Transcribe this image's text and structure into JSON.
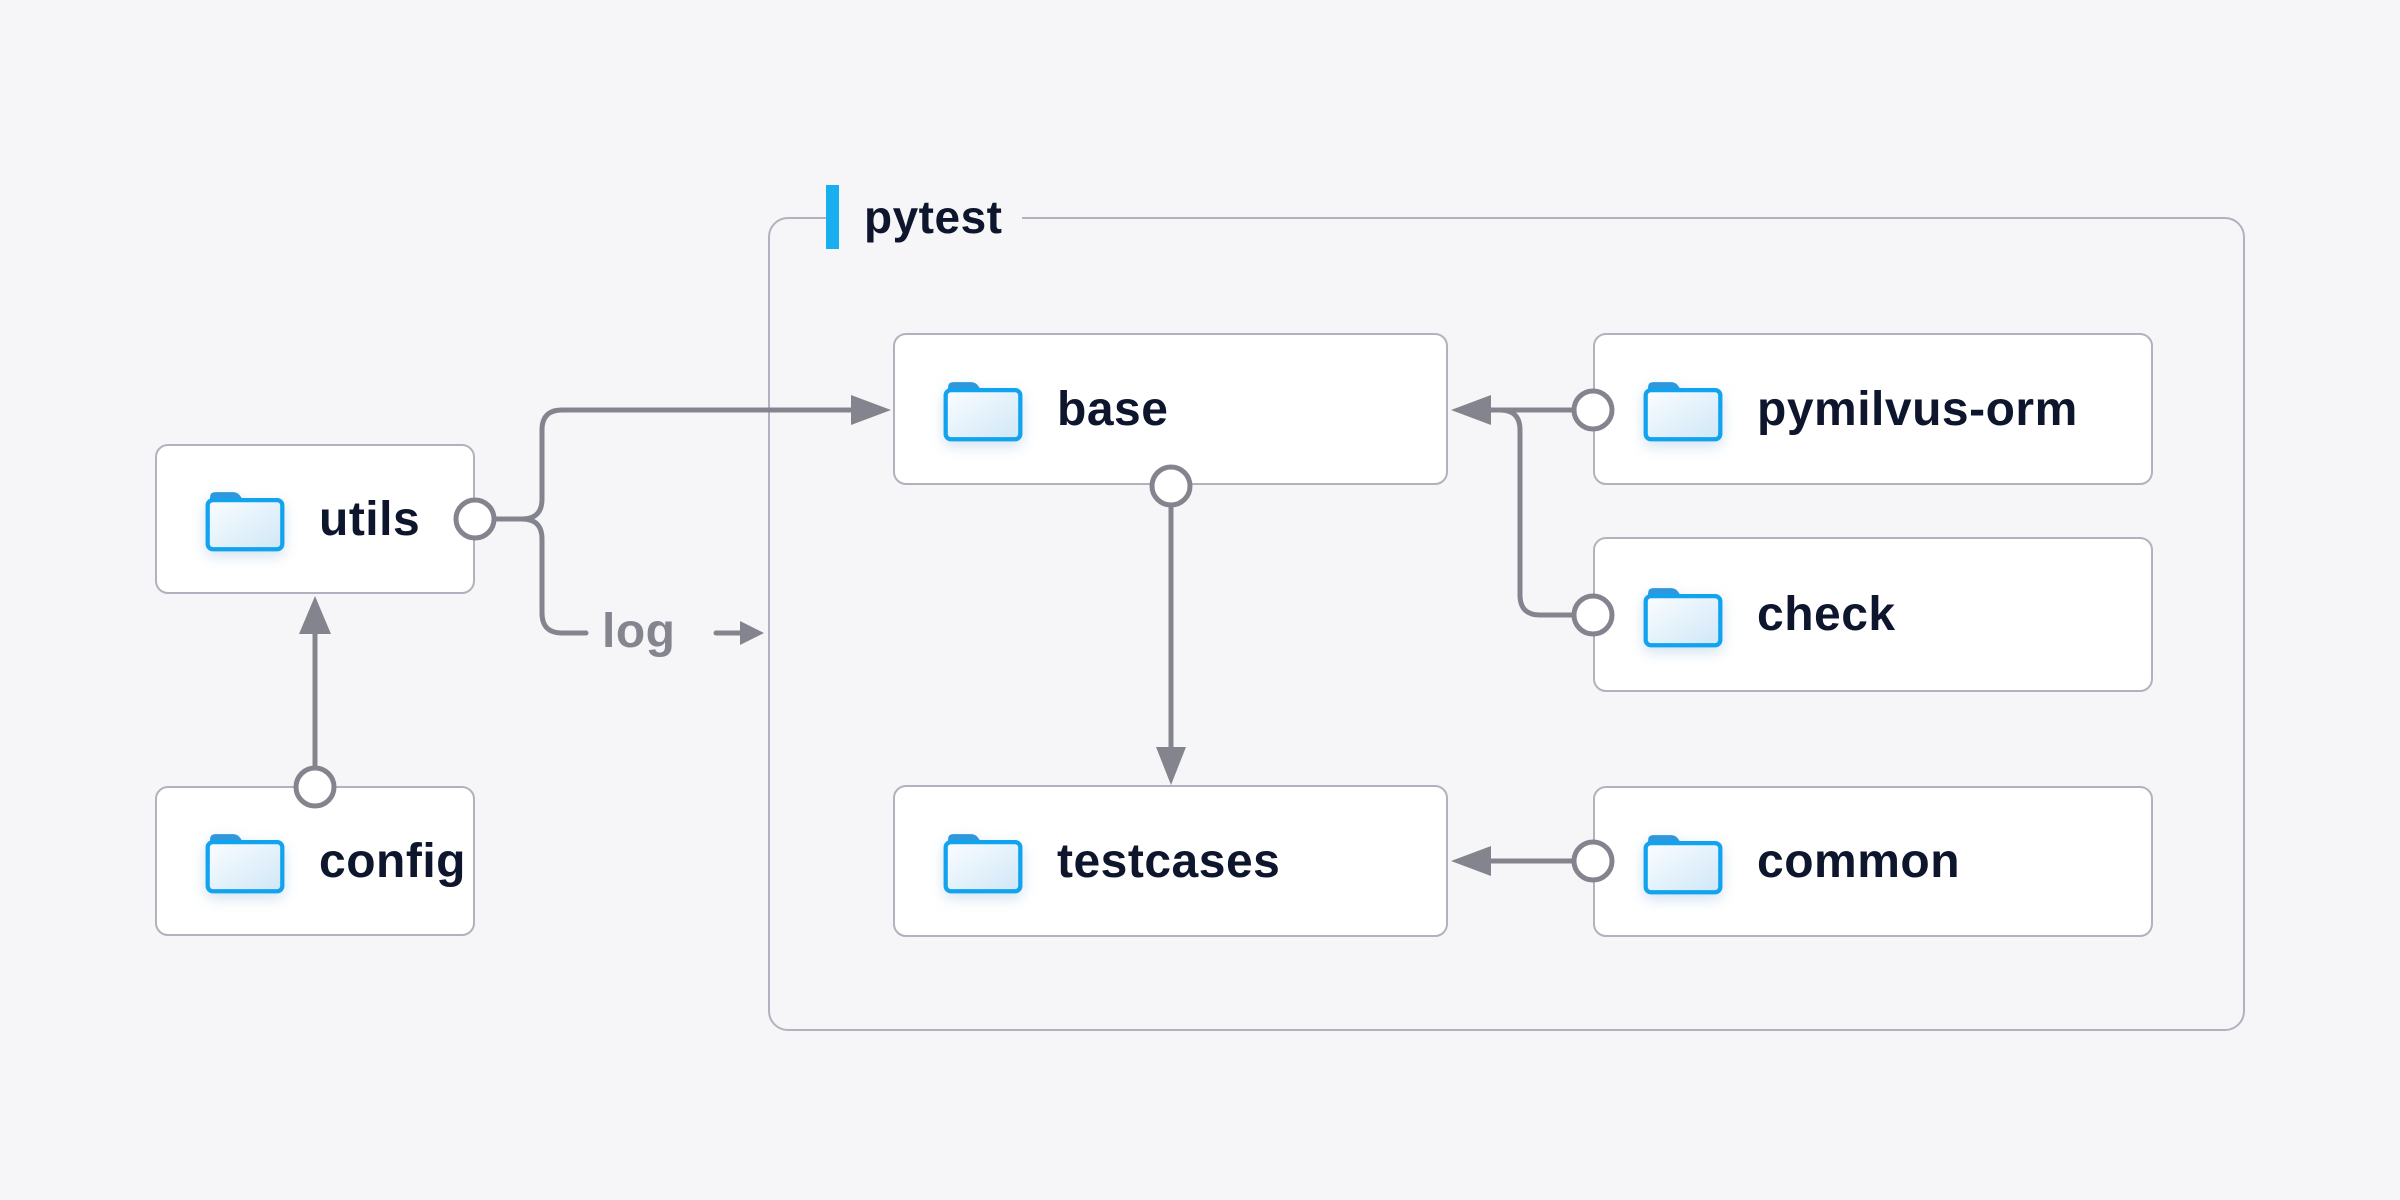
{
  "page": {
    "background_color": "#f6f6f8"
  },
  "container": {
    "label": "pytest",
    "accent_color": "#18aef0",
    "border_color": "#b2b2bf"
  },
  "nodes": {
    "utils": {
      "label": "utils",
      "icon": "folder-icon"
    },
    "config": {
      "label": "config",
      "icon": "folder-icon"
    },
    "base": {
      "label": "base",
      "icon": "folder-icon"
    },
    "testcases": {
      "label": "testcases",
      "icon": "folder-icon"
    },
    "pymilvus_orm": {
      "label": "pymilvus-orm",
      "icon": "folder-icon"
    },
    "check": {
      "label": "check",
      "icon": "folder-icon"
    },
    "common": {
      "label": "common",
      "icon": "folder-icon"
    }
  },
  "edges": {
    "log_label": "log",
    "connector_color": "#84848f",
    "list": [
      {
        "from": "config",
        "to": "utils",
        "style": "circle-to-arrow"
      },
      {
        "from": "utils",
        "to": "base",
        "style": "circle-to-arrow"
      },
      {
        "from": "utils",
        "to": "log",
        "style": "circle-to-label-arrow"
      },
      {
        "from": "base",
        "to": "testcases",
        "style": "circle-to-arrow"
      },
      {
        "from": "pymilvus_orm",
        "to": "base",
        "style": "circle-to-arrow"
      },
      {
        "from": "check",
        "to": "base",
        "style": "circle-merge"
      },
      {
        "from": "common",
        "to": "testcases",
        "style": "circle-to-arrow"
      }
    ]
  },
  "colors": {
    "node_background": "#ffffff",
    "node_border": "#b2b2bf",
    "node_text": "#0e162e",
    "folder_stroke": "#12a3ee",
    "folder_tab": "#2f98dc",
    "edge_label_text": "#85858f"
  }
}
